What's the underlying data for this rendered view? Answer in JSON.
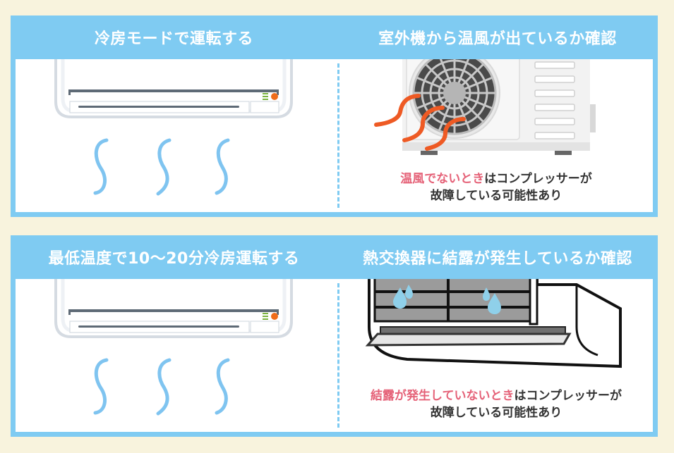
{
  "colors": {
    "background": "#f8f3dd",
    "panel_blue": "#7fcbf2",
    "highlight_pink": "#e56278",
    "text_dark": "#333333",
    "warm_air_orange": "#ee5a24",
    "cool_air_blue": "#7fc4f0",
    "water_drop": "#8fd0ea"
  },
  "panels": [
    {
      "left": {
        "title": "冷房モードで運転する",
        "illustration": "indoor-unit-cool-air"
      },
      "right": {
        "title": "室外機から温風が出ているか確認",
        "illustration": "outdoor-unit-warm-air",
        "caption_highlight": "温風でないとき",
        "caption_rest": "はコンプレッサーが",
        "caption_line2": "故障している可能性あり"
      }
    },
    {
      "left": {
        "title": "最低温度で10〜20分冷房運転する",
        "illustration": "indoor-unit-cool-air"
      },
      "right": {
        "title": "熱交換器に結露が発生しているか確認",
        "illustration": "heat-exchanger-condensation",
        "caption_highlight": "結露が発生していないとき",
        "caption_rest": "はコンプレッサーが",
        "caption_line2": "故障している可能性あり"
      }
    }
  ]
}
